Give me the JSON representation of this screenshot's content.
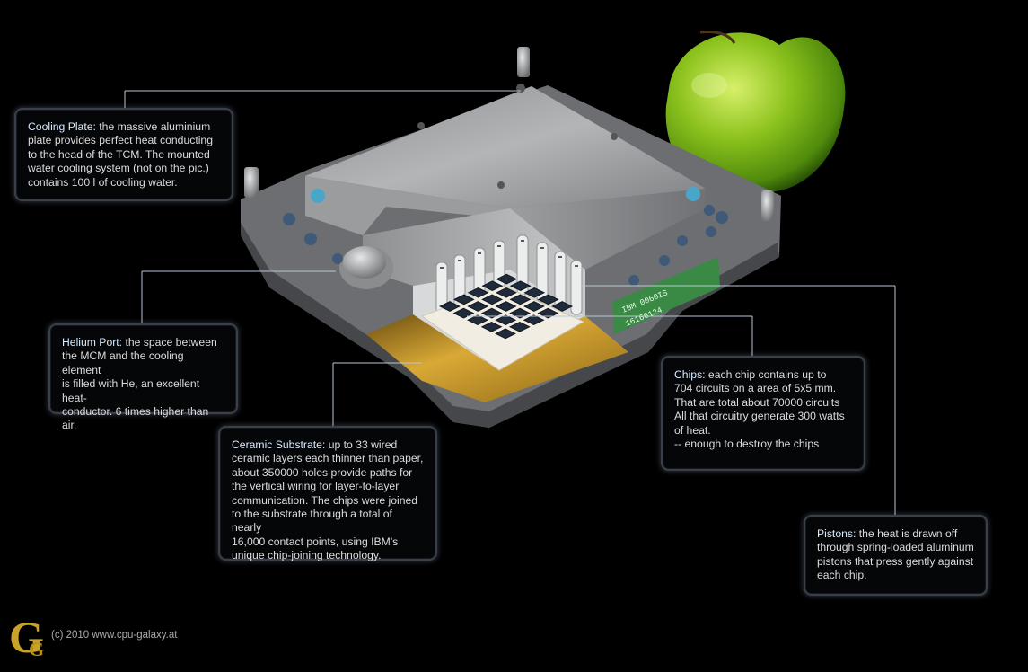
{
  "callouts": {
    "cooling": {
      "title": "Cooling Plate:",
      "body": " the massive aluminium\nplate provides perfect heat conducting\nto the head of the TCM. The mounted\nwater cooling system (not on the pic.)\ncontains 100 l of cooling water."
    },
    "helium": {
      "title": "Helium Port:",
      "body": " the space between\nthe MCM and the cooling element\nis filled with He, an excellent heat-\nconductor. 6 times higher than\nair."
    },
    "ceramic": {
      "title": "Ceramic Substrate:",
      "body": " up to 33 wired\nceramic layers each thinner than paper,\nabout 350000 holes provide paths for\nthe vertical wiring for layer-to-layer\ncommunication. The chips were joined\nto the substrate through a total of nearly\n16,000 contact points, using IBM's\nunique chip-joining technology."
    },
    "chips": {
      "title": "Chips:",
      "body": " each chip contains up to\n704 circuits on a area of 5x5 mm.\nThat are total about 70000 circuits\nAll that circuitry generate 300 watts\nof heat.\n-- enough to destroy the chips"
    },
    "pistons": {
      "title": "Pistons:",
      "body": " the heat is drawn off\nthrough spring-loaded aluminum\npistons that press gently against\neach chip."
    }
  },
  "module_label": {
    "line1": "IBM 0060IS",
    "line2": "16166124"
  },
  "footer": {
    "copyright": "(c) 2010 www.cpu-galaxy.at",
    "logo_letters": "G"
  },
  "colors": {
    "background": "#000000",
    "callout_title": "#d8ecff",
    "callout_text": "#dcdcdc",
    "leader_line": "#b9c6d4",
    "logo_gold": "#c9a227",
    "apple_green": "#8cc21d"
  }
}
